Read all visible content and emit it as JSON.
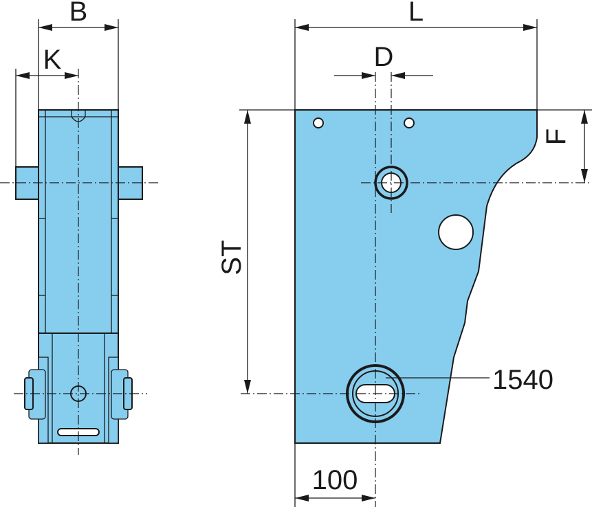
{
  "labels": {
    "b": "B",
    "k": "K",
    "l": "L",
    "d": "D",
    "f": "F",
    "st": "ST",
    "part_number": "1540",
    "dim_100": "100"
  },
  "colors": {
    "part_fill": "#87cdee",
    "line": "#1a1a1a",
    "background": "#ffffff"
  }
}
